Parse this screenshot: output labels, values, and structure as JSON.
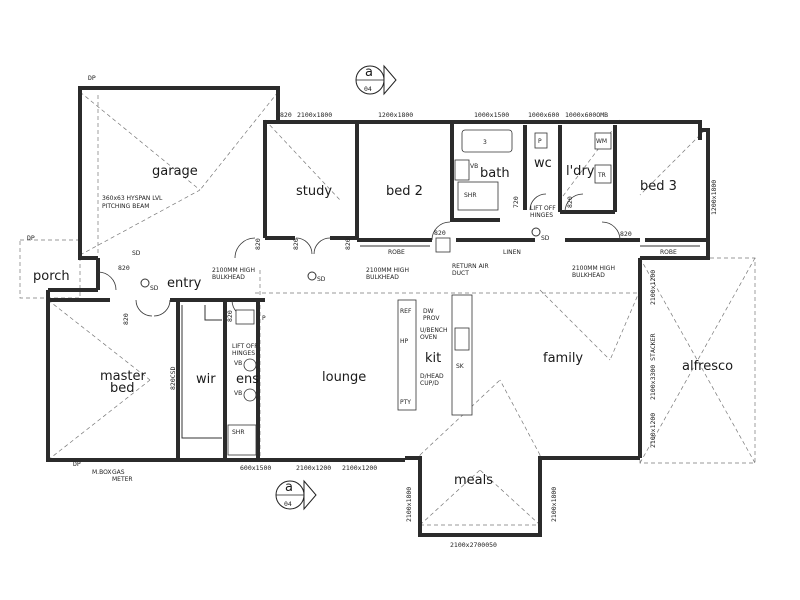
{
  "rooms": {
    "garage": "garage",
    "study": "study",
    "bed2": "bed 2",
    "bath": "bath",
    "wc": "wc",
    "ldry": "l'dry",
    "bed3": "bed 3",
    "porch": "porch",
    "entry": "entry",
    "master1": "master",
    "master2": "bed",
    "wir": "wir",
    "ens": "ens",
    "lounge": "lounge",
    "kit": "kit",
    "family": "family",
    "alfresco": "alfresco",
    "meals": "meals"
  },
  "section_markers": {
    "top_letter": "a",
    "top_sheet": "04",
    "bottom_letter": "a",
    "bottom_sheet": "04"
  },
  "window_dims": {
    "garage_top": "820",
    "study_top": "2100x1800",
    "bed2_top": "1200x1800",
    "bath_top": "1000x1500",
    "wc_top": "1000x600",
    "ldry_top": "1000x600OMB",
    "bed3_right": "1200x1800",
    "alfresco_right1": "2100x1200",
    "alfresco_right2": "2100x3300 STACKER",
    "alfresco_right3": "2100x1200",
    "lounge_bottom": "2100x1200",
    "lounge_bottom2": "2100x1200",
    "ens_bottom": "600x1500",
    "meals_left": "2100x1800",
    "meals_right": "2100x1800",
    "meals_bottom": "2100x2700050",
    "dp_top": "DP",
    "dp_bottom": "DP",
    "dp_porch": "DP"
  },
  "door_dims": {
    "garage_door": "820",
    "study_door": "820",
    "study_door2": "820",
    "bed2_door": "820",
    "wc_door": "720",
    "ldry_door": "820",
    "bed3_door": "820",
    "porch_door": "820",
    "master_door": "820",
    "ens_door": "820",
    "wir_dim": "820CSD"
  },
  "notes": {
    "beam1": "360x63 HYSPAN LVL",
    "beam2": "PITCHING BEAM",
    "bulkhead1a": "2100MM HIGH",
    "bulkhead1b": "BULKHEAD",
    "bulkhead2a": "2100MM HIGH",
    "bulkhead2b": "BULKHEAD",
    "bulkhead3a": "2100MM HIGH",
    "bulkhead3b": "BULKHEAD",
    "return_air1": "RETURN AIR",
    "return_air2": "DUCT",
    "liftoff1a": "LIFT OFF",
    "liftoff1b": "HINGES",
    "liftoff2a": "LIFT OFF",
    "liftoff2b": "HINGES",
    "robe1": "ROBE",
    "robe2": "ROBE",
    "linen": "LINEN",
    "sd1": "SD",
    "sd2": "SD",
    "sd3": "SD",
    "sd4": "SD",
    "mbox": "M.BOX",
    "gas": "GAS",
    "meter": "METER"
  },
  "fixtures": {
    "ref": "REF",
    "dw": "DW",
    "prov": "PROV",
    "ubench": "U/BENCH",
    "oven": "OVEN",
    "hp": "HP",
    "dhead": "D/HEAD",
    "cupd": "CUP/D",
    "pty": "PTY",
    "sk": "SK",
    "shr1": "SHR",
    "shr2": "SHR",
    "vb1": "VB",
    "vb2": "VB",
    "vb3": "VB",
    "wm": "WM",
    "tr": "TR",
    "p1": "P",
    "p2": "P",
    "tub_num": "3"
  }
}
